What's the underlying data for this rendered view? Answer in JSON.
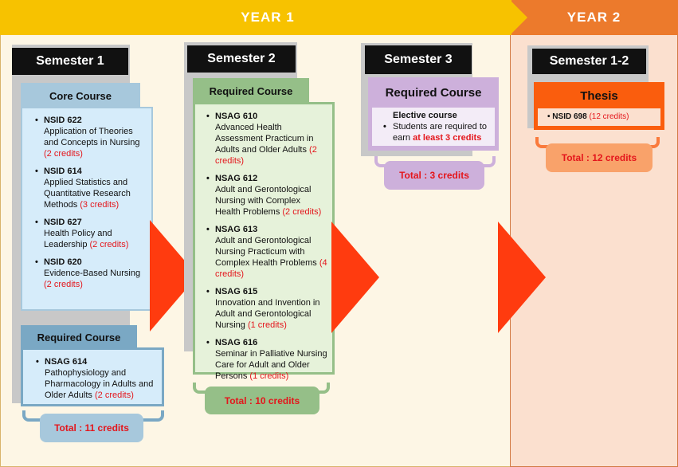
{
  "year1": {
    "label": "YEAR 1"
  },
  "year2": {
    "label": "YEAR 2"
  },
  "semester1": {
    "label": "Semester 1",
    "core": {
      "title": "Core Course",
      "items": [
        {
          "code": "NSID 622",
          "name": "Application of Theories and Concepts in Nursing",
          "credits": "(2 credits)"
        },
        {
          "code": "NSID 614",
          "name": "Applied Statistics and Quantitative Research Methods",
          "credits": "(3 credits)"
        },
        {
          "code": "NSID 627",
          "name": "Health Policy and Leadership",
          "credits": "(2 credits)"
        },
        {
          "code": "NSID 620",
          "name": "Evidence-Based Nursing",
          "credits": "(2 credits)"
        }
      ]
    },
    "required": {
      "title": "Required Course",
      "items": [
        {
          "code": "NSAG 614",
          "name": "Pathophysiology and Pharmacology in Adults and Older Adults",
          "credits": "(2 credits)"
        }
      ]
    },
    "total": "Total : 11 credits"
  },
  "semester2": {
    "label": "Semester 2",
    "required": {
      "title": "Required Course",
      "items": [
        {
          "code": "NSAG 610",
          "name": "Advanced Health Assessment Practicum in Adults and Older Adults",
          "credits": "(2 credits)"
        },
        {
          "code": "NSAG 612",
          "name": "Adult and Gerontological Nursing with Complex Health Problems",
          "credits": "(2 credits)"
        },
        {
          "code": "NSAG 613",
          "name": "Adult and Gerontological Nursing Practicum with Complex Health Problems",
          "credits": "(4 credits)"
        },
        {
          "code": "NSAG 615",
          "name": "Innovation and Invention in Adult and Gerontological Nursing",
          "credits": "(1 credits)"
        },
        {
          "code": "NSAG 616",
          "name": "Seminar in Palliative Nursing Care for Adult and Older Persons",
          "credits": "(1 credits)"
        }
      ]
    },
    "total": "Total : 10 credits"
  },
  "semester3": {
    "label": "Semester 3",
    "required": {
      "title": "Required Course",
      "elective_title": "Elective course",
      "elective_text": "Students are required to earn",
      "elective_highlight": "at least 3 credits"
    },
    "total": "Total : 3 credits"
  },
  "semester12": {
    "label": "Semester 1-2",
    "thesis": {
      "title": "Thesis",
      "code": "NSID 698",
      "credits": "(12 credits)"
    },
    "total": "Total : 12 credits"
  },
  "colors": {
    "year1": "#f7c200",
    "year2": "#ec7a2c",
    "arrow": "#ff3b0f",
    "credit_text": "#e4161c"
  }
}
